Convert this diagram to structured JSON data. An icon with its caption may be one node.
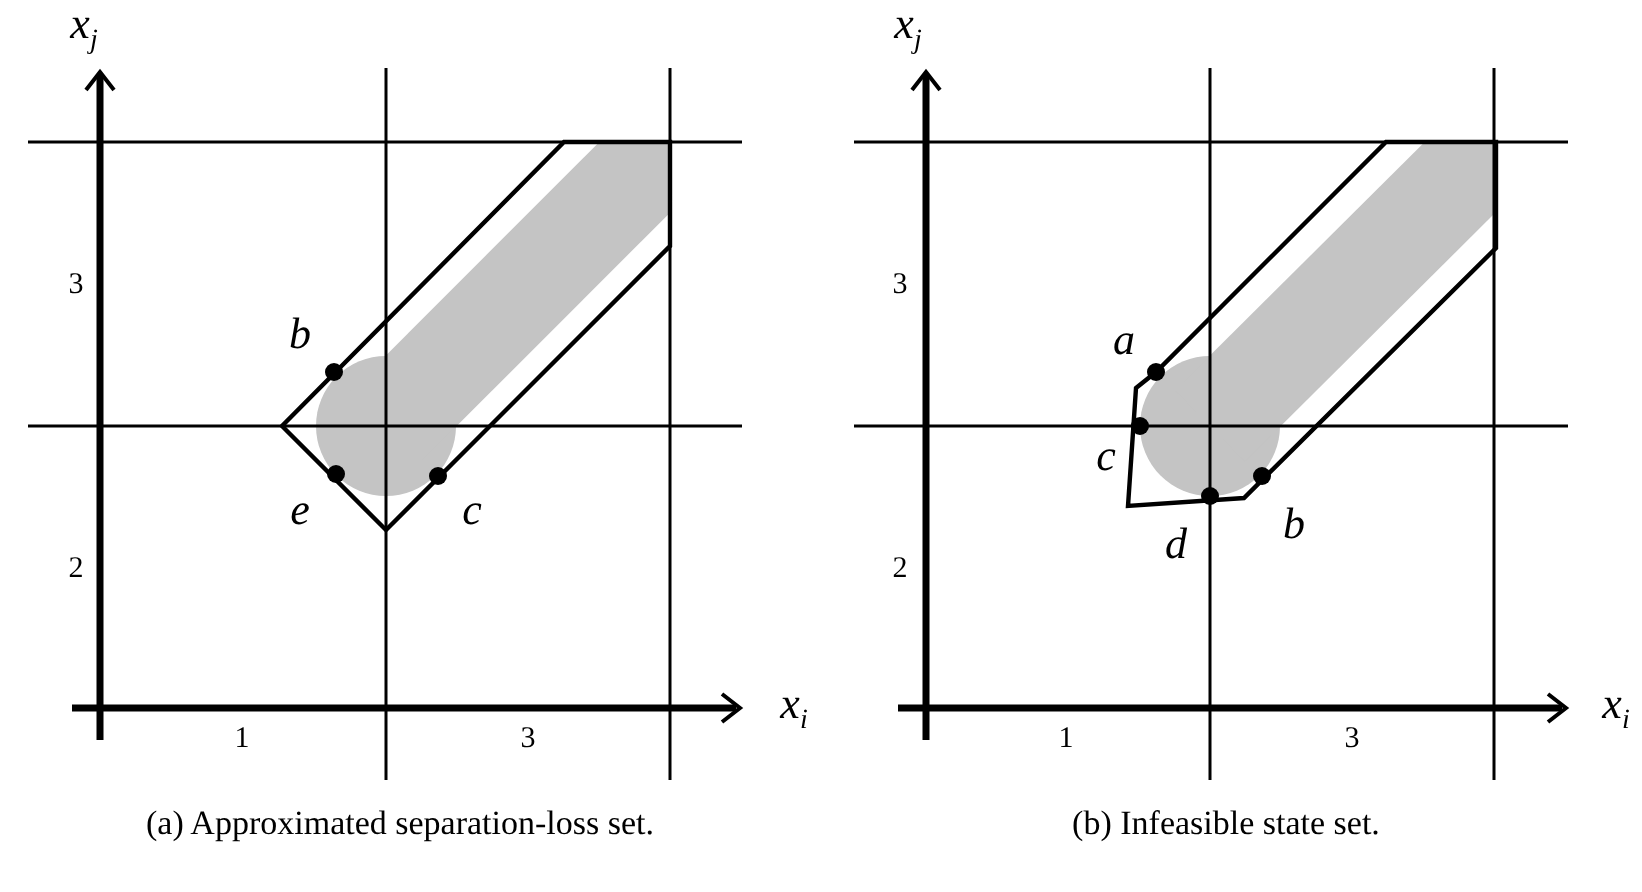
{
  "diagram": {
    "labels": [
      "x$_{j}$",
      "3",
      "b",
      "e",
      "c",
      "2",
      "x$_{i}$",
      "1",
      "3",
      "(a) Approximated separation-loss set.",
      "x$_{j}$",
      "3",
      "a",
      "c",
      "d",
      "b",
      "2",
      "x$_{i}$",
      "1",
      "3",
      "(b) Infeasible state set."
    ]
  }
}
